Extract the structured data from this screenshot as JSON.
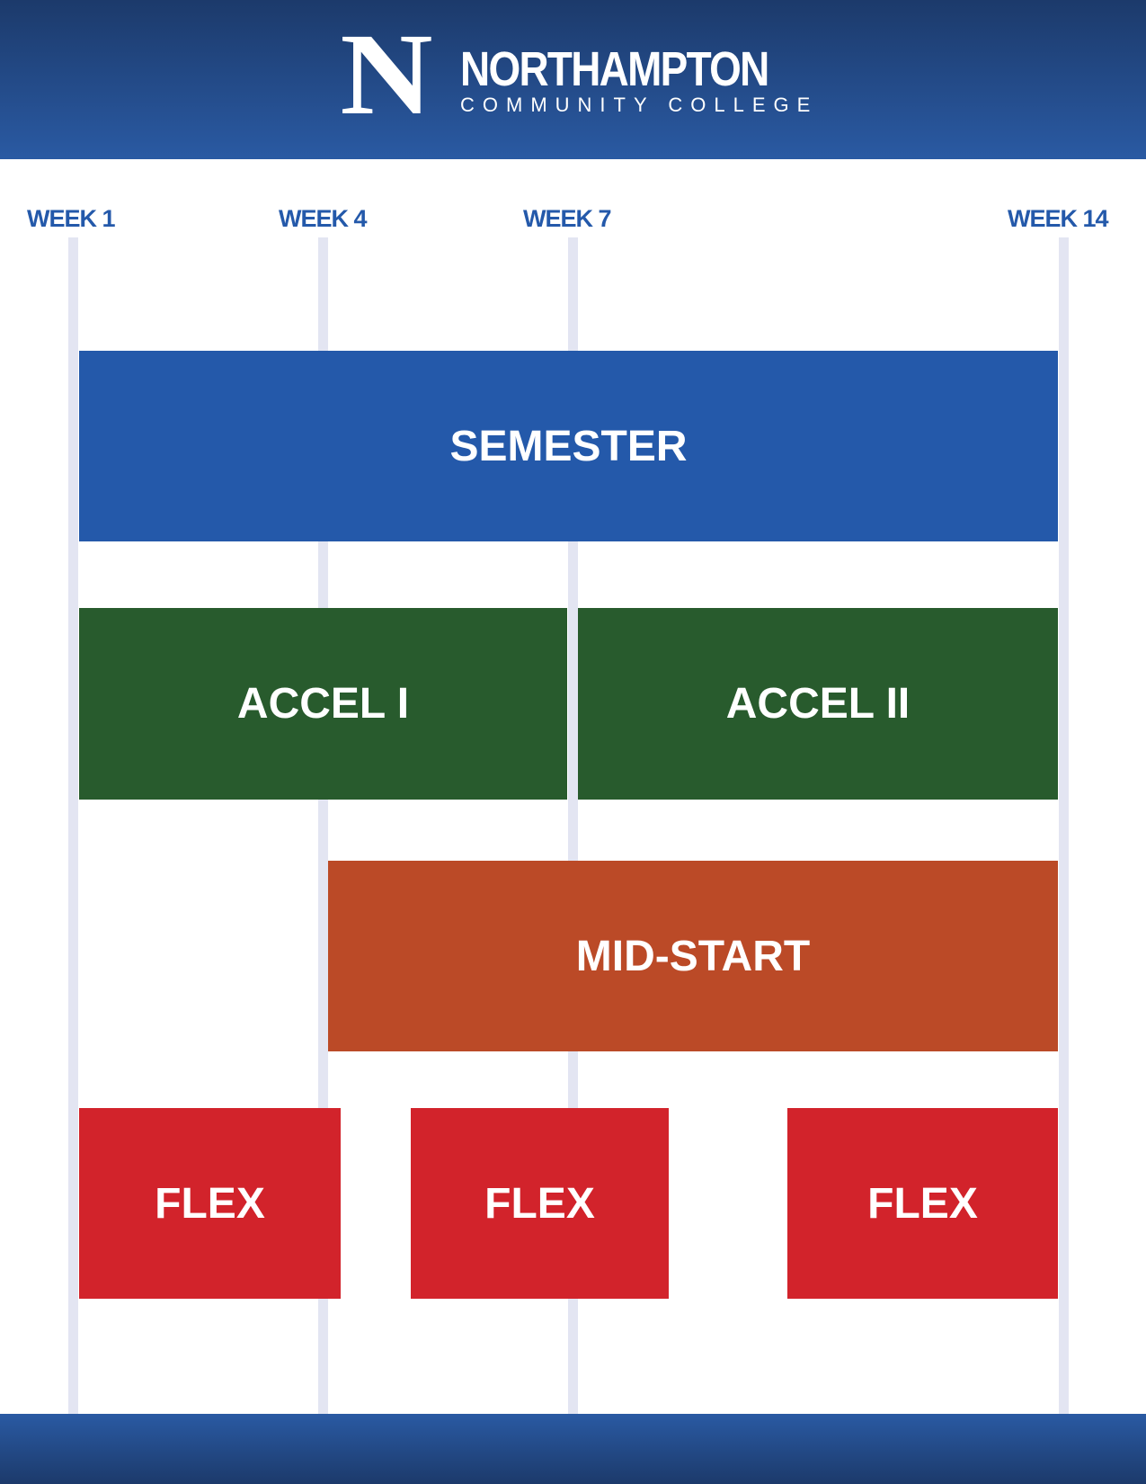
{
  "header": {
    "logo_mark": "N",
    "logo_name": "NORTHAMPTON",
    "logo_sub": "COMMUNITY COLLEGE"
  },
  "weeks": [
    "WEEK 1",
    "WEEK 4",
    "WEEK 7",
    "WEEK 14"
  ],
  "blocks": {
    "semester": "SEMESTER",
    "accel1": "ACCEL I",
    "accel2": "ACCEL II",
    "midstart": "MID-START",
    "flex1": "FLEX",
    "flex2": "FLEX",
    "flex3": "FLEX"
  },
  "colors": {
    "semester": "#2459aa",
    "accel": "#285b2d",
    "midstart": "#bb4a27",
    "flex": "#d2232b"
  }
}
